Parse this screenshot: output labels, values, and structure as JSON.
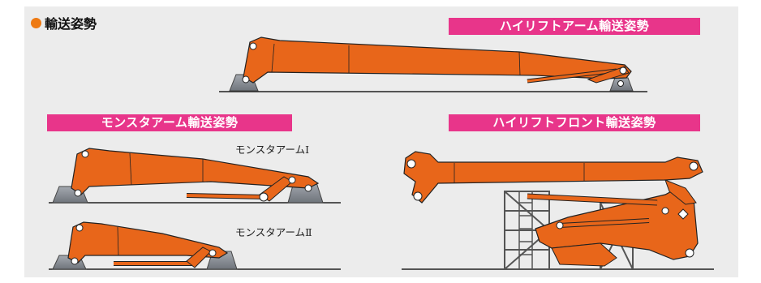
{
  "section": {
    "title": "輸送姿勢"
  },
  "labels": {
    "highlift_arm": "ハイリフトアーム輸送姿勢",
    "monster_arm": "モンスタアーム輸送姿勢",
    "highlift_front": "ハイリフトフロント輸送姿勢",
    "monster_arm_1": "モンスタアームⅠ",
    "monster_arm_2": "モンスタアームⅡ"
  },
  "colors": {
    "tag_background": "#e8358a",
    "boom_orange": "#e8661a",
    "boom_orange_dark": "#c94f12",
    "bullet": "#ee7a13",
    "support_gray": "#8a8f96",
    "panel_background": "#ececec"
  }
}
